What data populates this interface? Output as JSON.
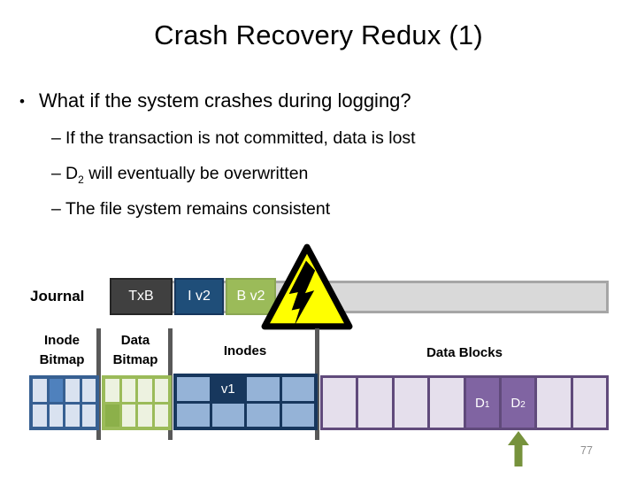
{
  "slide": {
    "title": "Crash Recovery Redux (1)",
    "page_number": "77"
  },
  "content": {
    "bullet_marker": "•",
    "bullet": "What if the system crashes during logging?",
    "sub_bullets": [
      {
        "dash": "–",
        "pre": "If the transaction is not committed, data is lost",
        "sub": "",
        "post": ""
      },
      {
        "dash": "–",
        "pre": "D",
        "sub": "2",
        "post": " will eventually be overwritten"
      },
      {
        "dash": "–",
        "pre": "The file system remains consistent",
        "sub": "",
        "post": ""
      }
    ]
  },
  "journal": {
    "label": "Journal",
    "blocks": [
      {
        "label": "TxB"
      },
      {
        "label": "I v2"
      },
      {
        "label": "B v2"
      }
    ]
  },
  "sections": {
    "inode_bitmap": {
      "line1": "Inode",
      "line2": "Bitmap"
    },
    "data_bitmap": {
      "line1": "Data",
      "line2": "Bitmap"
    },
    "inodes": {
      "label": "Inodes",
      "highlight_label": "v1"
    },
    "data_blocks": {
      "label": "Data Blocks",
      "d1_base": "D",
      "d1_sub": "1",
      "d2_base": "D",
      "d2_sub": "2"
    }
  },
  "icons": {
    "crash": "warning-lightning-triangle",
    "pointer": "up-arrow"
  },
  "colors": {
    "txb_block": "#404040",
    "inode_journal_block": "#1F4E79",
    "bitmap_journal_block": "#9BBB59",
    "journal_bar": "#D9D9D9",
    "journal_bar_border": "#A6A6A6",
    "divider": "#595959",
    "inode_bitmap_border": "#376092",
    "inode_bitmap_cell": "#D9E2F0",
    "inode_bitmap_highlight": "#4F81BD",
    "data_bitmap_border": "#9BBB59",
    "data_bitmap_cell": "#EDF2E0",
    "data_bitmap_highlight": "#8CB04A",
    "inodes_border": "#17375D",
    "inodes_cell": "#95B3D7",
    "inodes_highlight": "#17375D",
    "data_blocks_border": "#604A7B",
    "data_blocks_cell": "#E5DFEC",
    "data_blocks_highlight": "#8064A2",
    "warning_triangle_fill": "#FFFF00",
    "arrow": "#76923C"
  }
}
